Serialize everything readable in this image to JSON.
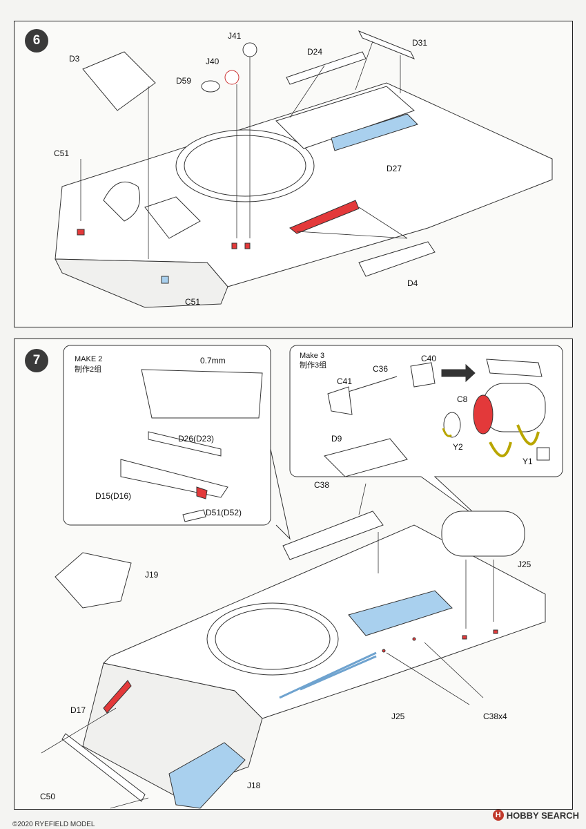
{
  "step6": {
    "number": "6",
    "labels": {
      "d3": "D3",
      "j41": "J41",
      "j40": "J40",
      "d59": "D59",
      "d24": "D24",
      "d31": "D31",
      "c51_top": "C51",
      "d27": "D27",
      "d4": "D4",
      "c51_bottom": "C51"
    }
  },
  "step7": {
    "number": "7",
    "make2": {
      "title_en": "MAKE 2",
      "title_cn": "制作2组",
      "drill": "0.7mm",
      "d26": "D26(D23)",
      "d15": "D15(D16)",
      "d51": "D51(D52)"
    },
    "make3": {
      "title_en": "Make 3",
      "title_cn": "制作3组",
      "c36": "C36",
      "c40": "C40",
      "c41": "C41",
      "c8": "C8",
      "y2": "Y2",
      "y1": "Y1"
    },
    "labels": {
      "d9": "D9",
      "c38": "C38",
      "j19": "J19",
      "j25_right": "J25",
      "j25_bottom": "J25",
      "c38x4": "C38x4",
      "d17": "D17",
      "c50": "C50",
      "j18": "J18"
    }
  },
  "footer": {
    "copyright": "©2020 RYEFIELD MODEL",
    "watermark": "HOBBY SEARCH",
    "watermark_logo": "H"
  },
  "colors": {
    "highlight_blue": "#a9d0ee",
    "highlight_red": "#e3393a",
    "highlight_yellow": "#f3e36a"
  }
}
